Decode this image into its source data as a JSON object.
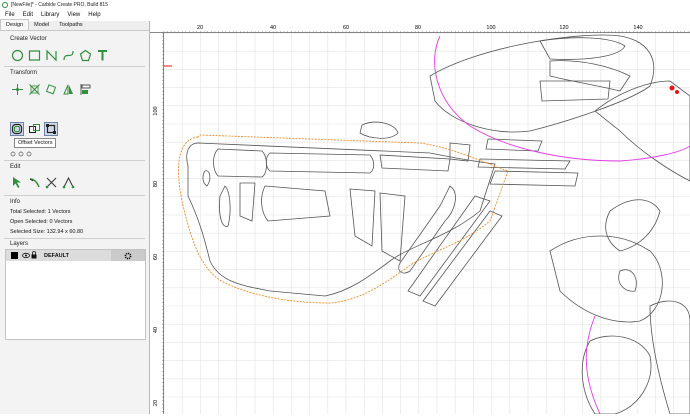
{
  "window": {
    "title": "[NewFile]* - Carbide Create PRO, Build 815"
  },
  "menu": [
    "File",
    "Edit",
    "Library",
    "View",
    "Help"
  ],
  "tabs": [
    "Design",
    "Model",
    "Toolpaths"
  ],
  "sections": {
    "create_vector": "Create Vector",
    "transform": "Transform",
    "edit": "Edit",
    "info": "Info",
    "layers": "Layers"
  },
  "tooltip": "Offset Vectors",
  "info": {
    "total_selected": "Total Selected:  1 Vectors",
    "open_selected": "Open Selected:  0 Vectors",
    "selected_size": "Selected Size:  132.94 x 60.80"
  },
  "layer": {
    "name": "DEFAULT",
    "color": "#000000"
  },
  "ruler": {
    "top_labels": [
      "20",
      "40",
      "60",
      "80",
      "100",
      "120",
      "140"
    ],
    "left_labels": [
      "100",
      "80",
      "60",
      "40",
      "20"
    ]
  },
  "colors": {
    "accent": "#2f8f3a",
    "offset_path": "#f08a24",
    "magenta_path": "#e23ee2",
    "grid": "#e3e3e3"
  },
  "icons": [
    "circle-icon",
    "rectangle-icon",
    "polyline-icon",
    "curve-icon",
    "polygon-icon",
    "text-icon",
    "move-icon",
    "scale-icon",
    "rotate-icon",
    "mirror-icon",
    "align-icon",
    "offset-icon",
    "boolean-icon",
    "node-edit-icon",
    "trim-icon",
    "join-icon",
    "eye-icon",
    "lock-icon",
    "gear-icon"
  ]
}
